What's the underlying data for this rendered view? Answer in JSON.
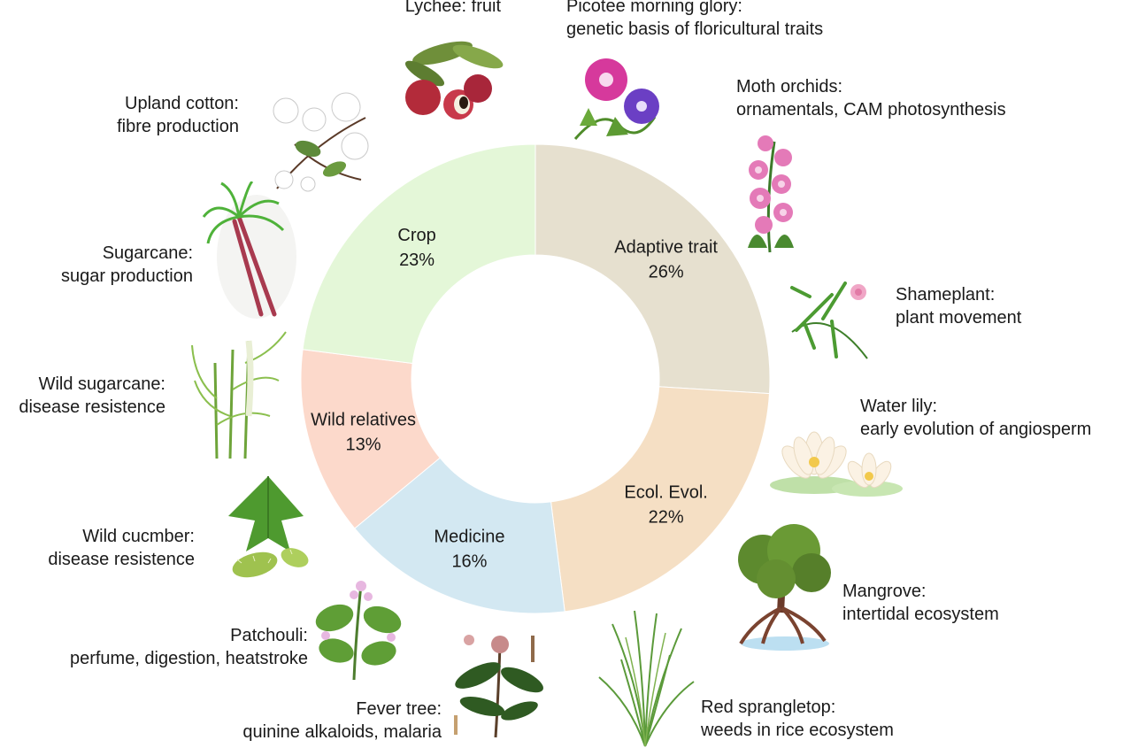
{
  "chart_data": {
    "type": "pie",
    "variant": "donut",
    "legend": "none",
    "grid": false,
    "slices": [
      {
        "label": "Adaptive trait",
        "percent_label": "26%",
        "value": 26,
        "color": "#e6e0cf"
      },
      {
        "label": "Ecol. Evol.",
        "percent_label": "22%",
        "value": 22,
        "color": "#f5dfc4"
      },
      {
        "label": "Medicine",
        "percent_label": "16%",
        "value": 16,
        "color": "#d3e8f2"
      },
      {
        "label": "Wild relatives",
        "percent_label": "13%",
        "value": 13,
        "color": "#fcd9cb"
      },
      {
        "label": "Crop",
        "percent_label": "23%",
        "value": 23,
        "color": "#e4f7d8"
      }
    ]
  },
  "plants": {
    "lychee": {
      "name": "Lychee: fruit",
      "icon": "lychee-icon"
    },
    "picotee": {
      "name": "Picotee morning glory:",
      "use": "genetic basis of floricultural traits",
      "icon": "morning-glory-icon"
    },
    "moth_orchid": {
      "name": "Moth orchids:",
      "use": "ornamentals, CAM photosynthesis",
      "icon": "orchid-icon"
    },
    "shameplant": {
      "name": "Shameplant:",
      "use": "plant movement",
      "icon": "shameplant-icon"
    },
    "water_lily": {
      "name": "Water lily:",
      "use": "early evolution of angiosperm",
      "icon": "water-lily-icon"
    },
    "mangrove": {
      "name": "Mangrove:",
      "use": "intertidal ecosystem",
      "icon": "mangrove-icon"
    },
    "red_sprangletop": {
      "name": "Red sprangletop:",
      "use": "weeds in rice ecosystem",
      "icon": "grass-icon"
    },
    "fever_tree": {
      "name": "Fever tree:",
      "use": "quinine alkaloids, malaria",
      "icon": "fever-tree-icon"
    },
    "patchouli": {
      "name": "Patchouli:",
      "use": "perfume, digestion, heatstroke",
      "icon": "patchouli-icon"
    },
    "wild_cucumber": {
      "name": "Wild cucmber:",
      "use": "disease resistence",
      "icon": "cucumber-icon"
    },
    "wild_sugarcane": {
      "name": "Wild sugarcane:",
      "use": "disease resistence",
      "icon": "wild-sugarcane-icon"
    },
    "sugarcane": {
      "name": "Sugarcane:",
      "use": "sugar production",
      "icon": "sugarcane-icon"
    },
    "upland_cotton": {
      "name": "Upland cotton:",
      "use": "fibre production",
      "icon": "cotton-icon"
    }
  }
}
